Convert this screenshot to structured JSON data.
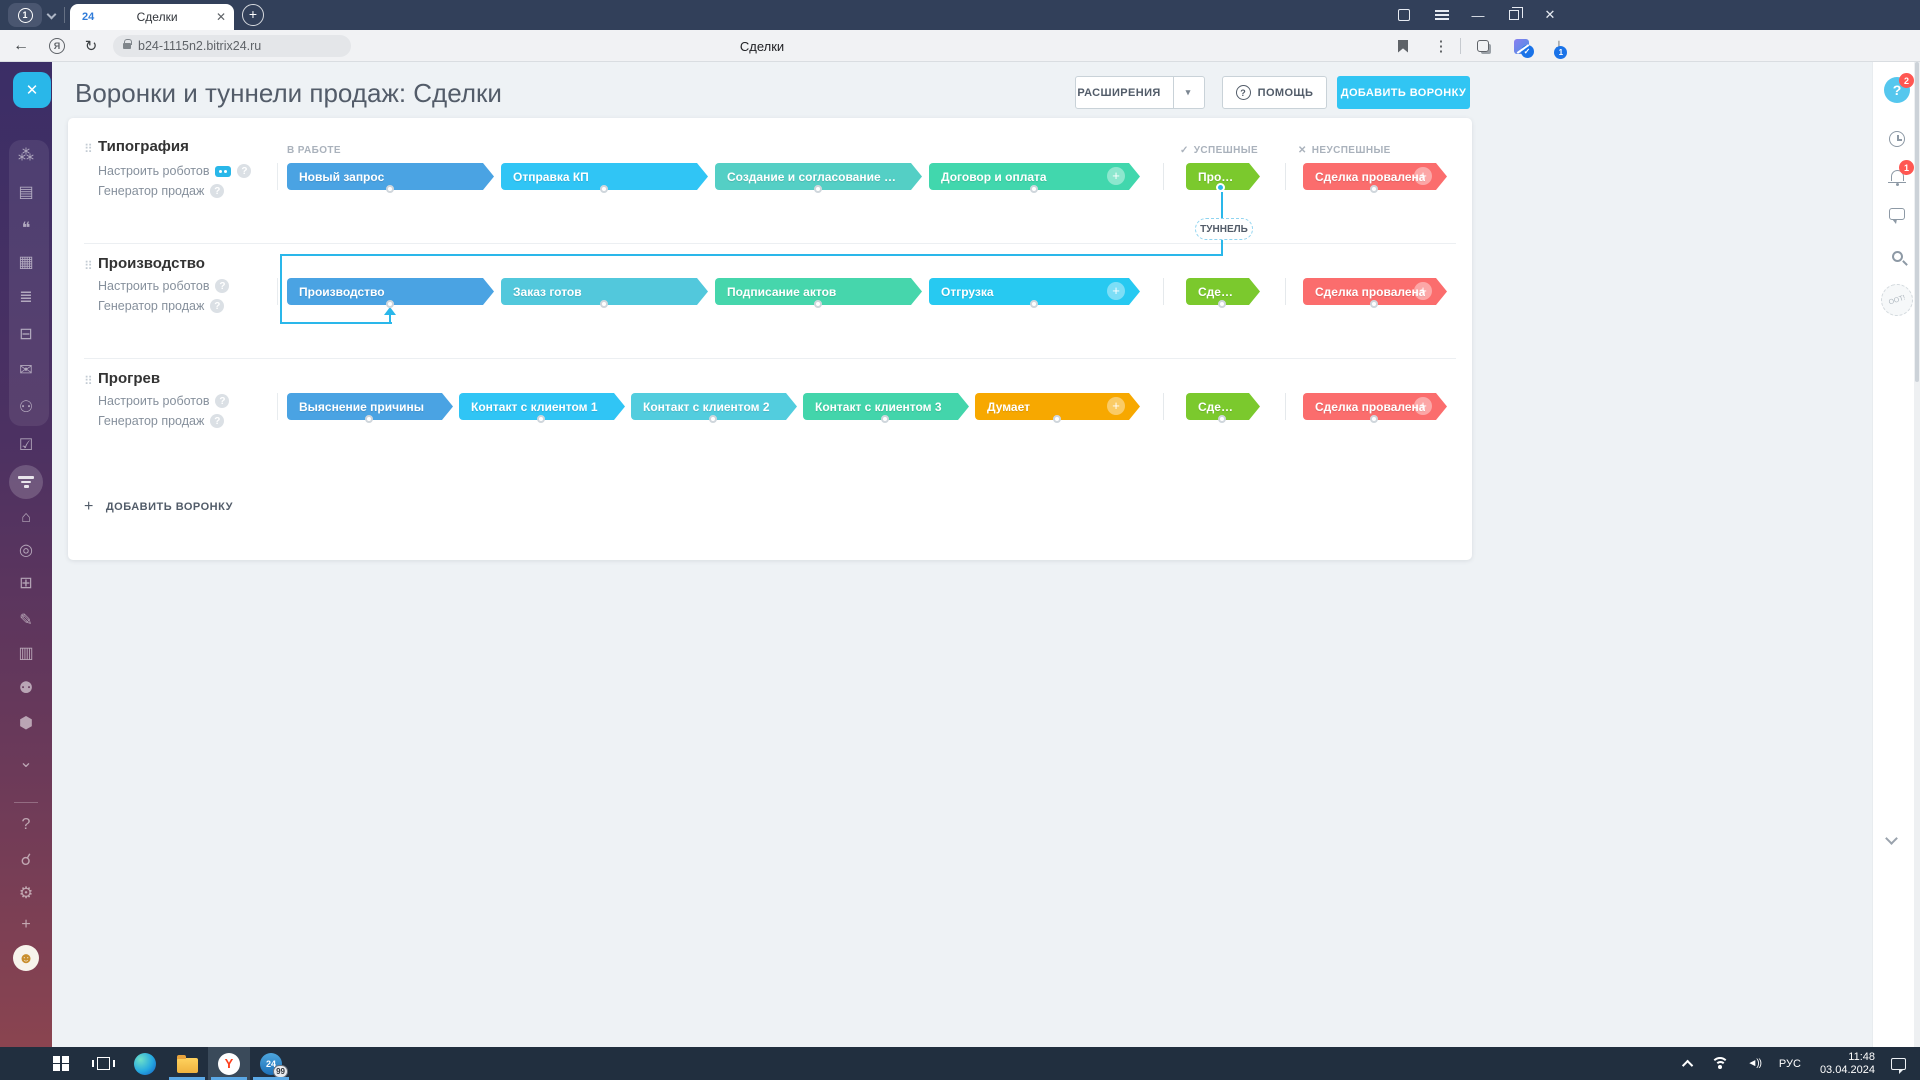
{
  "browser": {
    "tabgroup_label": "1",
    "tab_favicon": "24",
    "tab_title": "Сделки",
    "url": "b24-1115n2.bitrix24.ru",
    "page_title": "Сделки",
    "download_badge": "1"
  },
  "icons": {
    "close": "✕",
    "minimize": "—",
    "plus": "+",
    "back": "←",
    "refresh": "↻",
    "kebab": "⋮",
    "check": "✓",
    "cross": "✕",
    "caret_down": "▾",
    "question": "?",
    "ya_letter": "Я",
    "download": "⤓",
    "volume": "◄))"
  },
  "sidebar_icons": [
    {
      "name": "invite",
      "glyph": "⁂"
    },
    {
      "name": "live-feed",
      "glyph": "▤"
    },
    {
      "name": "messenger",
      "glyph": "❝"
    },
    {
      "name": "calendar",
      "glyph": "▦"
    },
    {
      "name": "documents",
      "glyph": "≣"
    },
    {
      "name": "drive",
      "glyph": "⊟"
    },
    {
      "name": "mail",
      "glyph": "✉"
    },
    {
      "name": "employees",
      "glyph": "⚇"
    },
    {
      "name": "tasks",
      "glyph": "☑"
    },
    {
      "name": "store",
      "glyph": "⌂"
    },
    {
      "name": "marketing",
      "glyph": "◎"
    },
    {
      "name": "sales",
      "glyph": "⊞"
    },
    {
      "name": "sign",
      "glyph": "✎"
    },
    {
      "name": "contacts",
      "glyph": "▥"
    },
    {
      "name": "robots",
      "glyph": "⚉"
    },
    {
      "name": "catalog",
      "glyph": "⬢"
    },
    {
      "name": "more",
      "glyph": "⌄"
    },
    {
      "name": "help",
      "glyph": "?"
    },
    {
      "name": "network",
      "glyph": "☌"
    },
    {
      "name": "settings",
      "glyph": "⚙"
    },
    {
      "name": "add",
      "glyph": "+"
    },
    {
      "name": "avatar",
      "glyph": "☻"
    },
    {
      "name": "close",
      "glyph": "✕"
    }
  ],
  "b24": {
    "page_title": "Воронки и туннели продаж: Сделки",
    "extensions_button": "РАСШИРЕНИЯ",
    "help_button": "ПОМОЩЬ",
    "add_funnel_button": "ДОБАВИТЬ ВОРОНКУ",
    "add_funnel_link": "ДОБАВИТЬ ВОРОНКУ",
    "in_work_label": "В РАБОТЕ",
    "success_label": "УСПЕШНЫЕ",
    "fail_label": "НЕУСПЕШНЫЕ",
    "tunnel_label": "ТУННЕЛЬ",
    "robots_link": "Настроить роботов",
    "generator_link": "Генератор продаж",
    "help_badge": "2",
    "bell_badge": "1",
    "widget_text": "ООТ!",
    "accent_color": "#31c5f3",
    "tunnel_color": "#2ab7ea"
  },
  "funnels": [
    {
      "title": "Типография",
      "stages": [
        {
          "label": "Новый запрос",
          "color": "#4aa3e3"
        },
        {
          "label": "Отправка КП",
          "color": "#30c5f5"
        },
        {
          "label": "Создание и согласование макета",
          "color": "#54cfc5"
        },
        {
          "label": "Договор и оплата",
          "color": "#41d7ad"
        }
      ],
      "success": {
        "label": "Произв...",
        "color": "#7bc92d"
      },
      "fail": {
        "label": "Сделка провалена",
        "color": "#fb6d6d"
      }
    },
    {
      "title": "Производство",
      "stages": [
        {
          "label": "Производство",
          "color": "#4aa3e3"
        },
        {
          "label": "Заказ готов",
          "color": "#52c8dc"
        },
        {
          "label": "Подписание актов",
          "color": "#46d6ac"
        },
        {
          "label": "Отгрузка",
          "color": "#27c9f1"
        }
      ],
      "success": {
        "label": "Сделка ...",
        "color": "#7bc92d"
      },
      "fail": {
        "label": "Сделка провалена",
        "color": "#fb6d6d"
      }
    },
    {
      "title": "Прогрев",
      "stages": [
        {
          "label": "Выяснение причины",
          "color": "#4aa3e3"
        },
        {
          "label": "Контакт с клиентом 1",
          "color": "#30c5f5"
        },
        {
          "label": "Контакт с клиентом 2",
          "color": "#52cdde"
        },
        {
          "label": "Контакт с клиентом 3",
          "color": "#43d5ab"
        },
        {
          "label": "Думает",
          "color": "#f7a800"
        }
      ],
      "success": {
        "label": "Сделка ...",
        "color": "#7bc92d"
      },
      "fail": {
        "label": "Сделка провалена",
        "color": "#fb6d6d"
      }
    }
  ],
  "taskbar": {
    "language": "РУС",
    "time": "11:48",
    "date": "03.04.2024",
    "b24_badge": "99"
  }
}
